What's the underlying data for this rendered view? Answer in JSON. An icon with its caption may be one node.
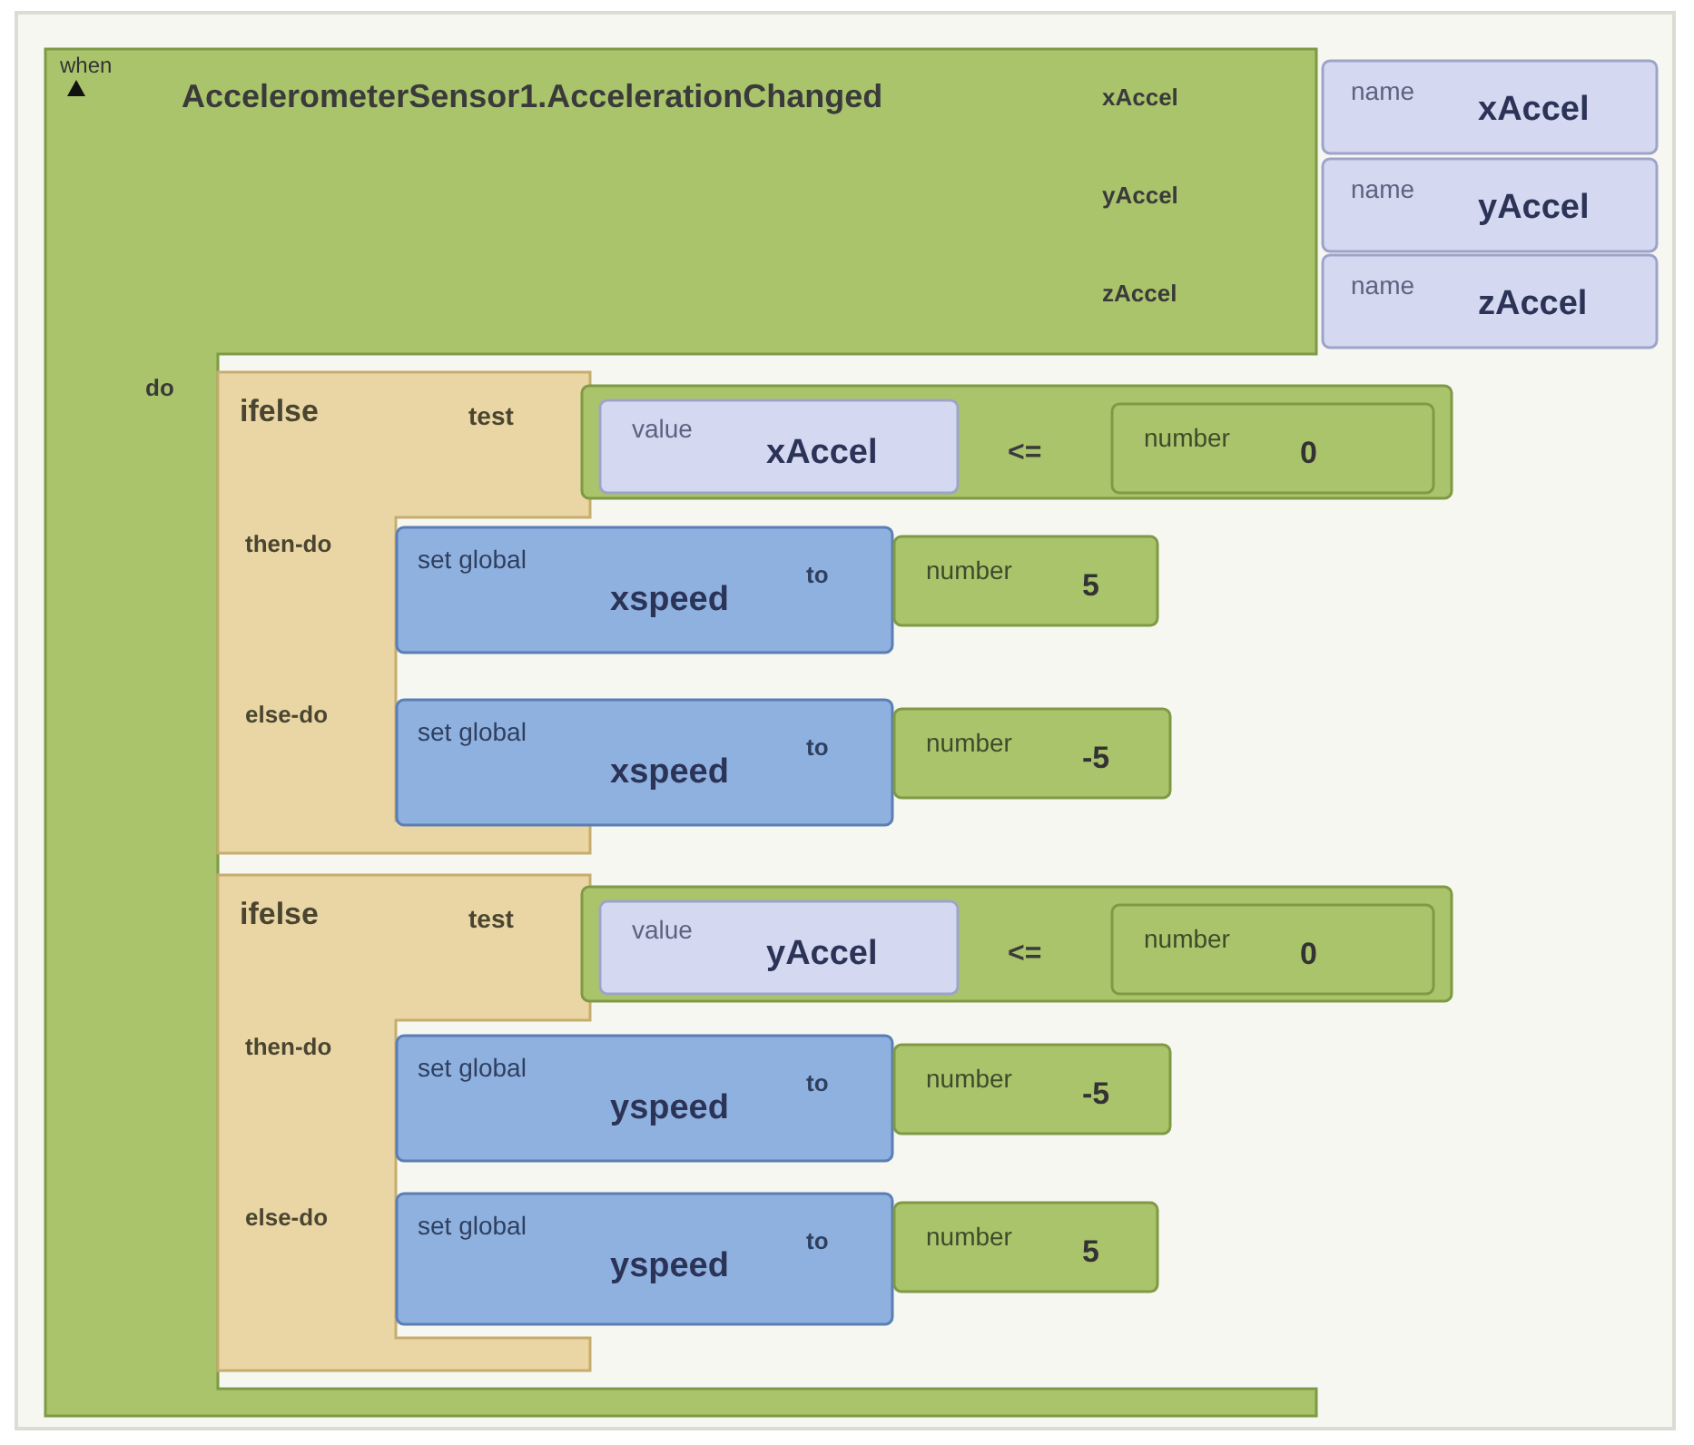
{
  "diagram": {
    "nodes": [
      {
        "text": [
          "when",
          "AccelerometerSensor1.AccelerationChanged",
          "xAccel",
          "yAccel",
          "zAccel",
          "do"
        ]
      },
      {
        "text": [
          "name",
          "xAccel"
        ]
      },
      {
        "text": [
          "name",
          "yAccel"
        ]
      },
      {
        "text": [
          "name",
          "zAccel"
        ]
      },
      {
        "text": [
          "ifelse",
          "test",
          "then-do",
          "else-do"
        ],
        "in": 0
      },
      {
        "text": [
          "<="
        ]
      },
      {
        "text": [
          "value",
          "xAccel"
        ],
        "in": 5
      },
      {
        "text": [
          "number",
          "0"
        ],
        "in": 5
      },
      {
        "text": [
          "set global",
          "xspeed",
          "to"
        ]
      },
      {
        "text": [
          "number",
          "5"
        ]
      },
      {
        "text": [
          "set global",
          "xspeed",
          "to"
        ]
      },
      {
        "text": [
          "number",
          "-5"
        ]
      },
      {
        "text": [
          "ifelse",
          "test",
          "then-do",
          "else-do"
        ],
        "in": 0
      },
      {
        "text": [
          "<="
        ]
      },
      {
        "text": [
          "value",
          "yAccel"
        ],
        "in": 13
      },
      {
        "text": [
          "number",
          "0"
        ],
        "in": 13
      },
      {
        "text": [
          "set global",
          "yspeed",
          "to"
        ]
      },
      {
        "text": [
          "number",
          "-5"
        ]
      },
      {
        "text": [
          "set global",
          "yspeed",
          "to"
        ]
      },
      {
        "text": [
          "number",
          "5"
        ]
      }
    ]
  }
}
